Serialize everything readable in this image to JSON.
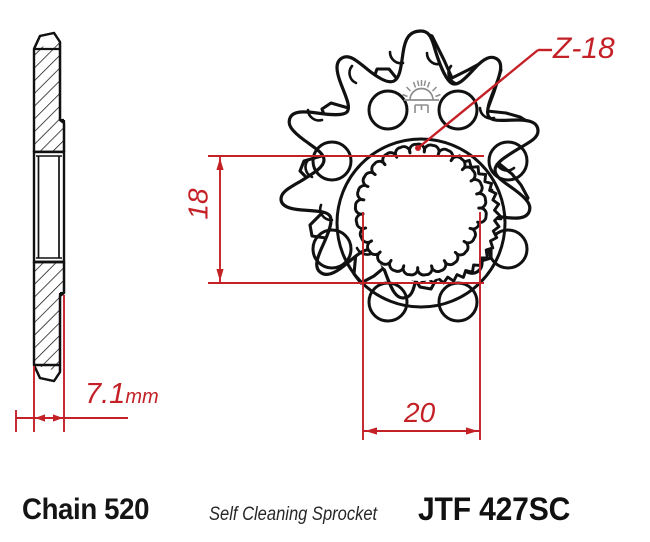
{
  "drawing": {
    "type": "engineering-drawing",
    "subject": "motorcycle front sprocket",
    "views": [
      "cross-section side view",
      "face view"
    ]
  },
  "colors": {
    "outline": "#111111",
    "dimension_red": "#c42127",
    "logo_gray": "#8d8d8d",
    "background": "#ffffff"
  },
  "footer": {
    "chain_label": "Chain 520",
    "tagline": "Self Cleaning Sprocket",
    "part_number": "JTF 427SC"
  },
  "dimensions": {
    "teeth_callout": "Z-18",
    "spline_height": "18",
    "spline_width": "20",
    "thickness_value": "7.1",
    "thickness_unit": "mm"
  },
  "geometry": {
    "sprocket_teeth_drawn": 14,
    "spline_teeth": 23,
    "lightening_holes": 8,
    "hub_circle": true,
    "mud_relief_slots": 14
  },
  "logo": {
    "name": "sunburst-logo",
    "rays": 9
  }
}
